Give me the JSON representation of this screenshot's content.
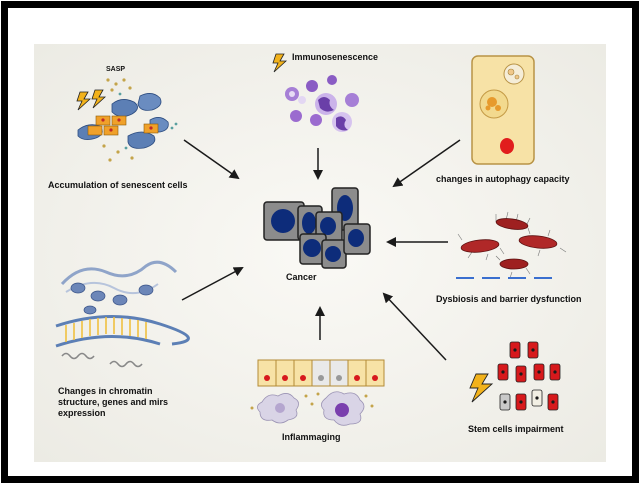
{
  "center": {
    "label": "Cancer"
  },
  "panels": {
    "senescent": {
      "label": "Accumulation of senescent cells",
      "sasp": "SASP"
    },
    "immuno": {
      "label": "Immunosenescence"
    },
    "autophagy": {
      "label": "changes in autophagy capacity"
    },
    "dysbiosis": {
      "label": "Dysbiosis and barrier dysfunction"
    },
    "chromatin": {
      "label": "Changes in chromatin structure, genes and mirs expression"
    },
    "inflammaging": {
      "label": "Inflammaging"
    },
    "stemcells": {
      "label": "Stem cells impairment"
    }
  },
  "colors": {
    "frame_outer": "#000000",
    "panel_bg": "#f4f1ea",
    "nucleus": "#0d2c7a",
    "cancer_cell": "#8c8c8c",
    "immune_cell": "#9b6bcf",
    "bacteria": "#b02828",
    "stem_red": "#d7191c",
    "autophagy_cell": "#f7e2a6"
  },
  "icons": [
    "lightning-icon"
  ]
}
